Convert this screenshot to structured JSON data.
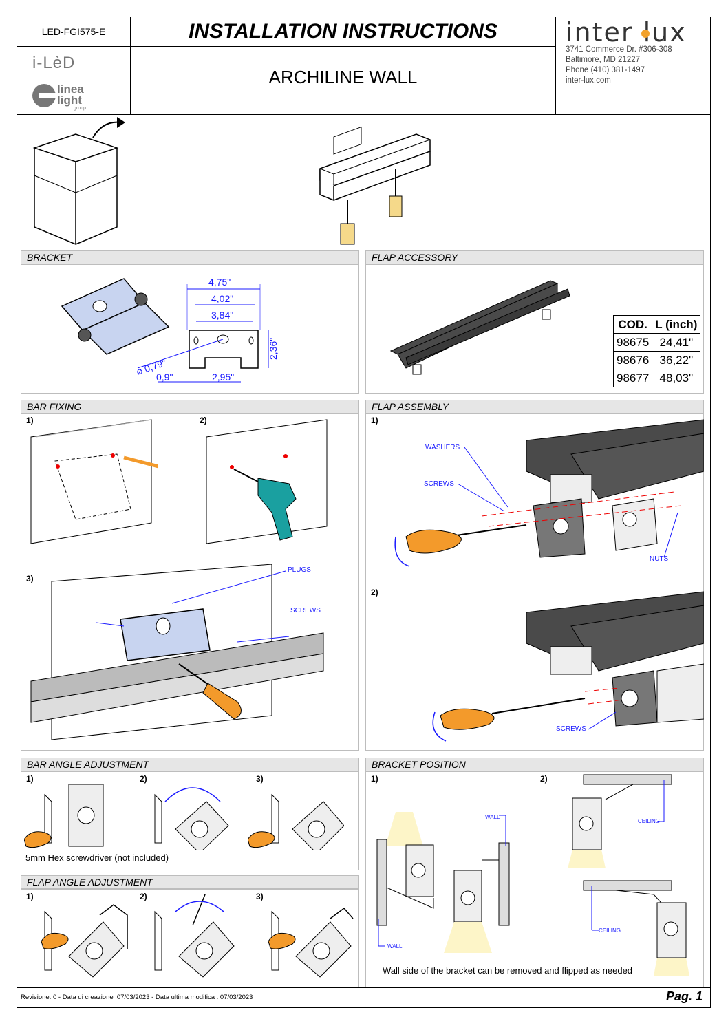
{
  "header": {
    "code": "LED-FGI575-E",
    "title": "INSTALLATION INSTRUCTIONS",
    "product": "ARCHILINE WALL",
    "brand_left_1": "i-LèD",
    "brand_left_2": "linea light",
    "brand_left_2_sub": "group",
    "brand_right": "inter lux",
    "address": [
      "3741 Commerce Dr. #306-308",
      "Baltimore, MD 21227",
      "Phone (410) 381-1497",
      "inter-lux.com"
    ]
  },
  "sections": {
    "bracket": "BRACKET",
    "flap_accessory": "FLAP ACCESSORY",
    "bar_fixing": "BAR FIXING",
    "flap_assembly": "FLAP ASSEMBLY",
    "bar_angle": "BAR ANGLE ADJUSTMENT",
    "bracket_position": "BRACKET POSITION",
    "flap_angle": "FLAP ANGLE ADJUSTMENT"
  },
  "bracket_dims": {
    "d1": "4,75\"",
    "d2": "4,02\"",
    "d3": "3,84\"",
    "d4": "2,36\"",
    "d5": "0,79\"",
    "d6": "0,9\"",
    "d7": "2,95\""
  },
  "flap_table": {
    "headers": [
      "COD.",
      "L (inch)"
    ],
    "rows": [
      [
        "98675",
        "24,41\""
      ],
      [
        "98676",
        "36,22\""
      ],
      [
        "98677",
        "48,03\""
      ]
    ]
  },
  "steps": {
    "s1": "1)",
    "s2": "2)",
    "s3": "3)"
  },
  "callouts": {
    "plugs": "PLUGS",
    "screws": "SCREWS",
    "washers": "WASHERS",
    "nuts": "NUTS",
    "wall": "WALL",
    "ceiling": "CEILING"
  },
  "notes": {
    "hex": "5mm Hex screwdriver (not included)",
    "wall_side": "Wall side of the bracket can be removed and flipped as needed"
  },
  "footer": {
    "revision": "Revisione: 0 - Data di creazione :07/03/2023 - Data ultima modifica : 07/03/2023",
    "page": "Pag. 1"
  },
  "colors": {
    "accent_blue": "#1a1aff",
    "handle_orange": "#f39a2b",
    "bracket_blue": "#c8d4f0",
    "dark_grey": "#4a4a4a",
    "brand_orange": "#f2a12b"
  }
}
